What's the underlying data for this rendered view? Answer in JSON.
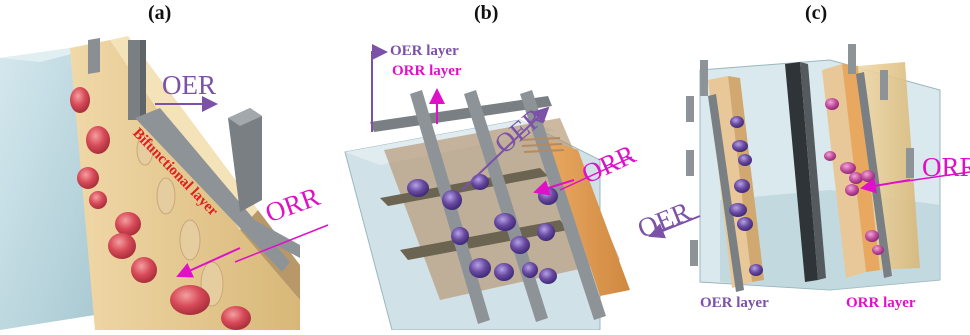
{
  "panels": [
    {
      "letter": "(a)",
      "labels": {
        "oer": "OER",
        "orr": "ORR",
        "bifunctional": "Bifunctional layer"
      }
    },
    {
      "letter": "(b)",
      "labels": {
        "oer_layer": "OER layer",
        "orr_layer": "ORR layer",
        "oer": "OER",
        "orr": "ORR"
      }
    },
    {
      "letter": "(c)",
      "labels": {
        "oer": "OER",
        "orr": "ORR",
        "oer_layer": "OER layer",
        "orr_layer": "ORR layer"
      }
    }
  ],
  "colors": {
    "oer": "#7b52a8",
    "orr": "#e010c8",
    "bifunctional": "#e0201e",
    "electrode": "#e8c888",
    "electrolyte": "#c4dde3",
    "current_collector": "#7a7f84",
    "membrane": "#2f3438",
    "bubble_red": "#d84a58",
    "bubble_purple": "#6a4aa0"
  }
}
